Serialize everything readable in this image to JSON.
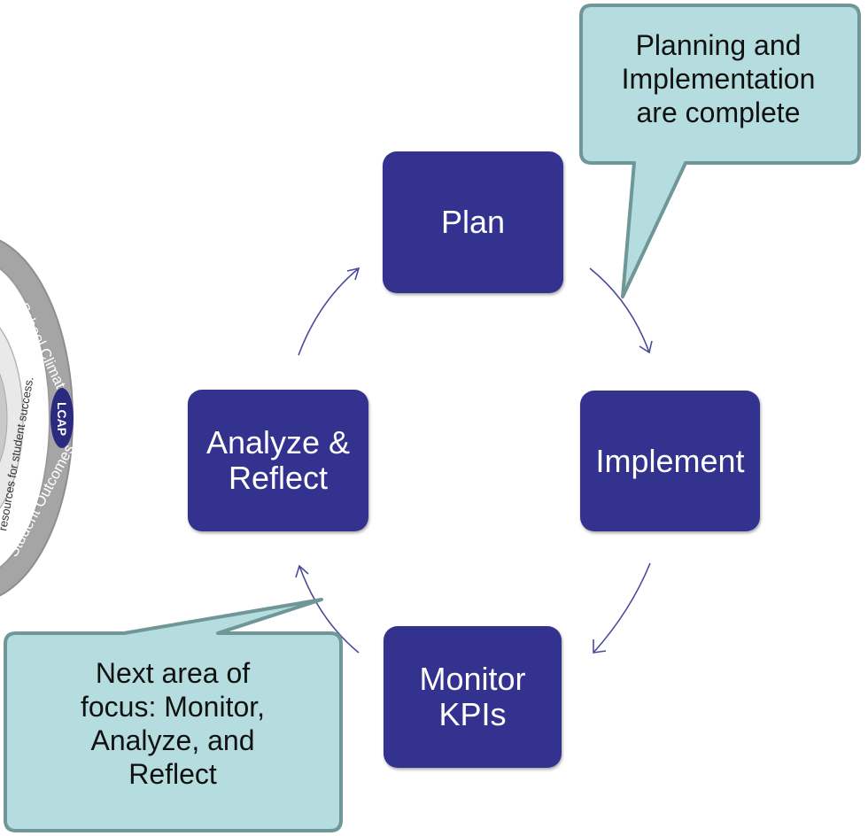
{
  "diagram": {
    "nodes": {
      "plan": "Plan",
      "implement": "Implement",
      "monitor": "Monitor\nKPIs",
      "analyze": "Analyze &\nReflect"
    },
    "callouts": {
      "top": "Planning and\nImplementation\nare complete",
      "bottom": "Next area of\nfocus: Monitor,\nAnalyze, and\nReflect"
    }
  },
  "badge": {
    "outer_ring_top": "School Climate",
    "outer_ring_bottom": "Student Outcomes",
    "inner_ring": "resources for student success.",
    "logo": "LCAP"
  },
  "colors": {
    "node_fill": "#33338f",
    "callout_fill": "#b5dde0",
    "callout_border": "#6f9797",
    "arrow": "#4a4a9a",
    "badge_ring": "#a5a5a5"
  }
}
